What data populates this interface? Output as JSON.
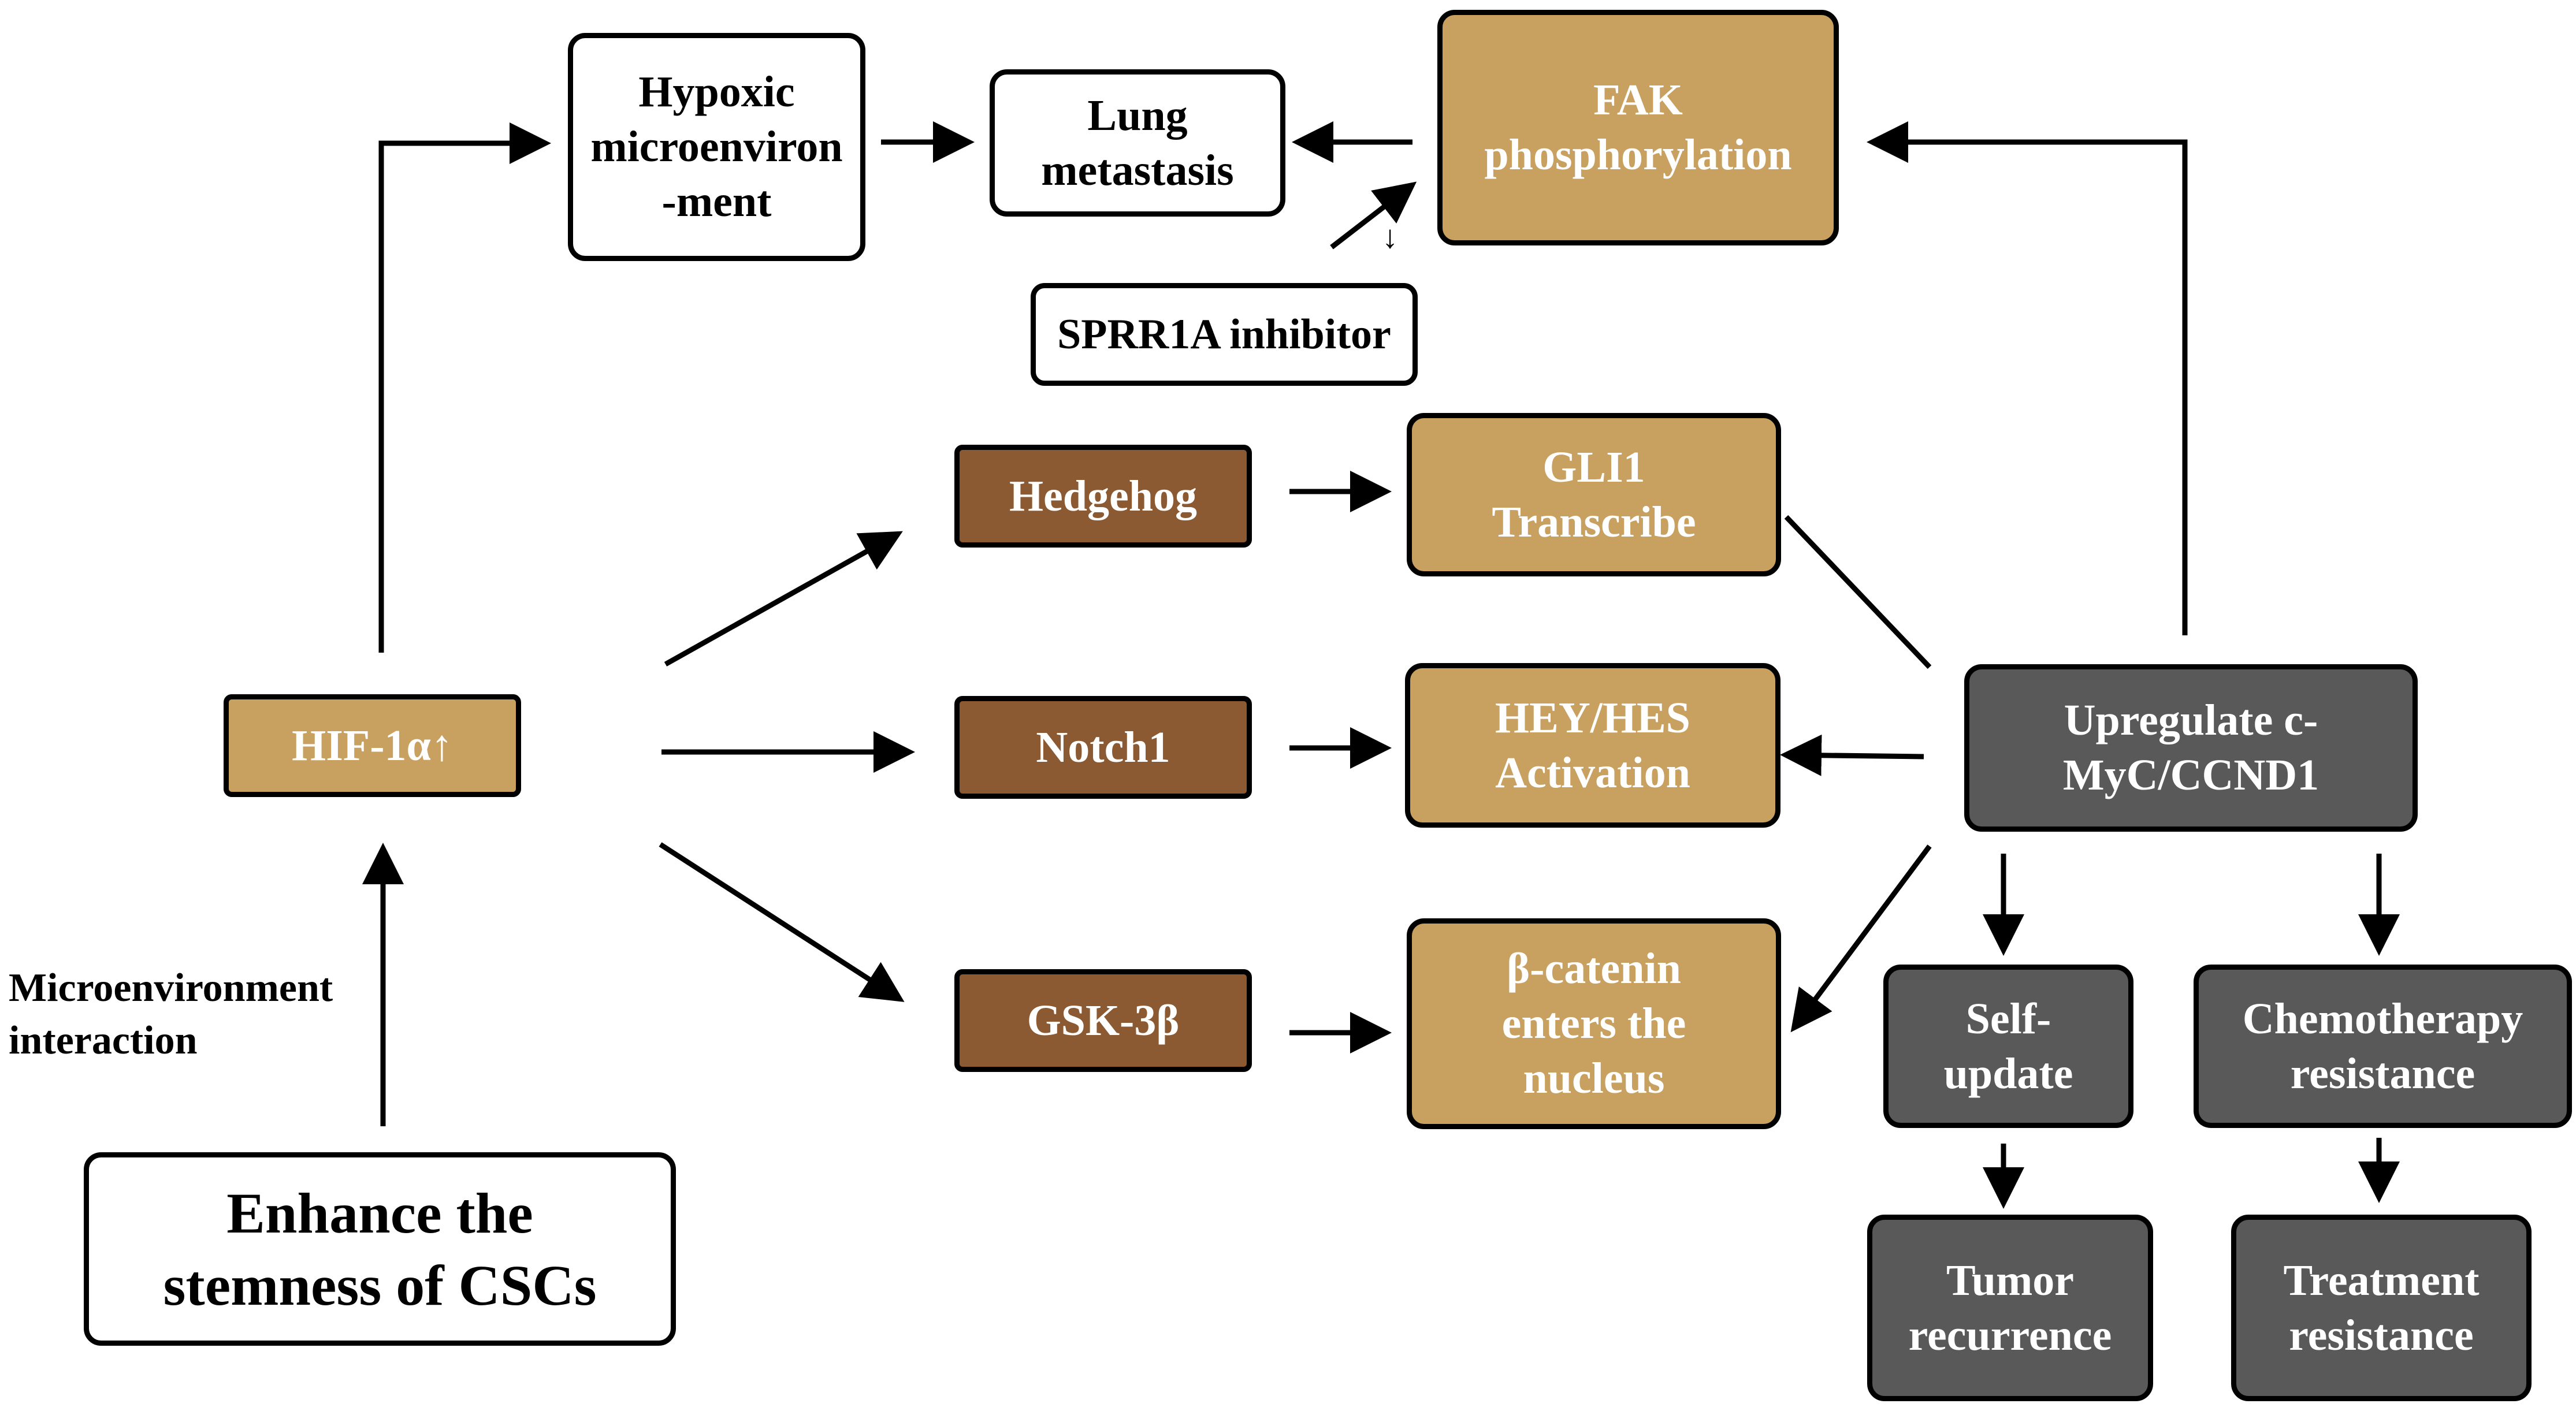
{
  "nodes": {
    "hypoxic": "Hypoxic microenviron -ment",
    "lung": "Lung metastasis",
    "fak": "FAK phosphorylation",
    "sprr1a": "SPRR1A inhibitor",
    "hedgehog": "Hedgehog",
    "gli1": "GLI1 Transcribe",
    "hif": "HIF-1α↑",
    "notch1": "Notch1",
    "heyhes": "HEY/HES Activation",
    "upregulate": "Upregulate c-MyC/CCND1",
    "gsk": "GSK-3β",
    "catenin": "β-catenin enters the nucleus",
    "selfupdate": "Self-update",
    "chemo": "Chemotherapy resistance",
    "enhance": "Enhance the stemness of CSCs",
    "tumor": "Tumor recurrence",
    "treatment": "Treatment resistance"
  },
  "labels": {
    "microenv": "Microenvironment interaction",
    "small_arrow": "↓"
  },
  "colors": {
    "tan": "#c8a060",
    "brown": "#8b5a32",
    "dark": "#595959",
    "line": "#000000"
  }
}
